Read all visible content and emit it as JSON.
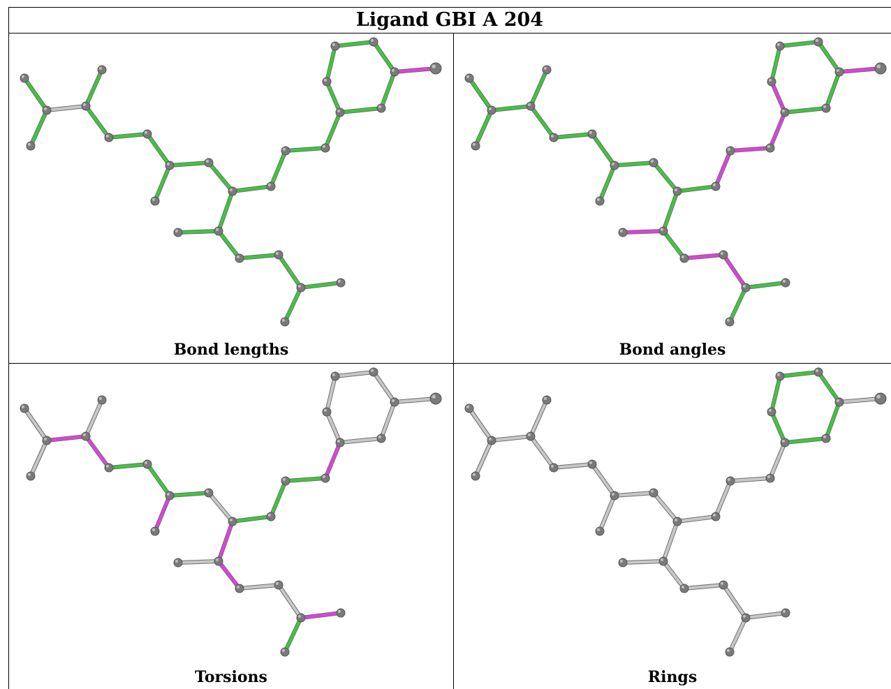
{
  "title": "Ligand GBI A 204",
  "colors": {
    "ok": "#3cc83c",
    "outlier": "#e040e0",
    "neutral": "#c8c8c8",
    "atom": "#7a7a7a"
  },
  "panels": [
    {
      "caption": "Bond lengths",
      "bond_colors": [
        "green",
        "green",
        "neutral",
        "green",
        "green",
        "green",
        "green",
        "green",
        "green",
        "green",
        "green",
        "green",
        "green",
        "green",
        "green",
        "green",
        "green",
        "green",
        "green",
        "green",
        "green",
        "green",
        "green",
        "green",
        "green",
        "green",
        "green",
        "green",
        "green",
        "magenta"
      ]
    },
    {
      "caption": "Bond angles",
      "bond_colors": [
        "green",
        "green",
        "green",
        "green",
        "green",
        "green",
        "green",
        "green",
        "green",
        "green",
        "green",
        "green",
        "magenta",
        "magenta",
        "magenta",
        "magenta",
        "green",
        "magenta",
        "green",
        "green",
        "green",
        "green",
        "green",
        "magenta",
        "magenta",
        "green",
        "green",
        "green",
        "green",
        "magenta"
      ]
    },
    {
      "caption": "Torsions",
      "bond_colors": [
        "neutral",
        "neutral",
        "magenta",
        "neutral",
        "magenta",
        "green",
        "green",
        "magenta",
        "green",
        "neutral",
        "green",
        "magenta",
        "green",
        "green",
        "magenta",
        "neutral",
        "magenta",
        "neutral",
        "neutral",
        "neutral",
        "neutral",
        "neutral",
        "neutral",
        "neutral",
        "neutral",
        "green",
        "magenta",
        "neutral",
        "neutral",
        "neutral"
      ]
    },
    {
      "caption": "Rings",
      "bond_colors": [
        "neutral",
        "neutral",
        "neutral",
        "neutral",
        "neutral",
        "neutral",
        "neutral",
        "neutral",
        "neutral",
        "neutral",
        "neutral",
        "neutral",
        "neutral",
        "neutral",
        "neutral",
        "neutral",
        "neutral",
        "green",
        "green",
        "green",
        "green",
        "green",
        "green",
        "neutral",
        "neutral",
        "neutral",
        "neutral",
        "neutral",
        "neutral",
        "neutral"
      ]
    }
  ]
}
